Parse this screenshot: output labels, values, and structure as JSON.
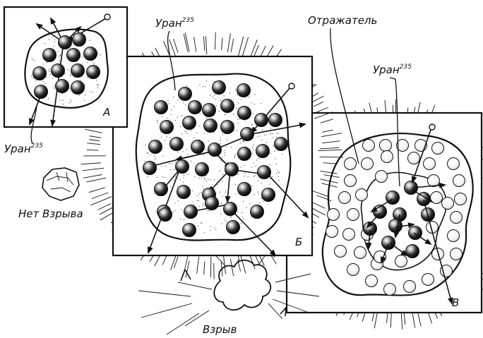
{
  "labels": {
    "panel_a": "А",
    "panel_b": "Б",
    "panel_v": "В",
    "uranium_a": "Уран",
    "uranium_a_sup": "235",
    "uranium_b": "Уран",
    "uranium_b_sup": "235",
    "uranium_v": "Уран",
    "uranium_v_sup": "235",
    "reflector": "Отражатель",
    "no_explosion": "Нет Взрыва",
    "explosion": "Взрыв"
  }
}
